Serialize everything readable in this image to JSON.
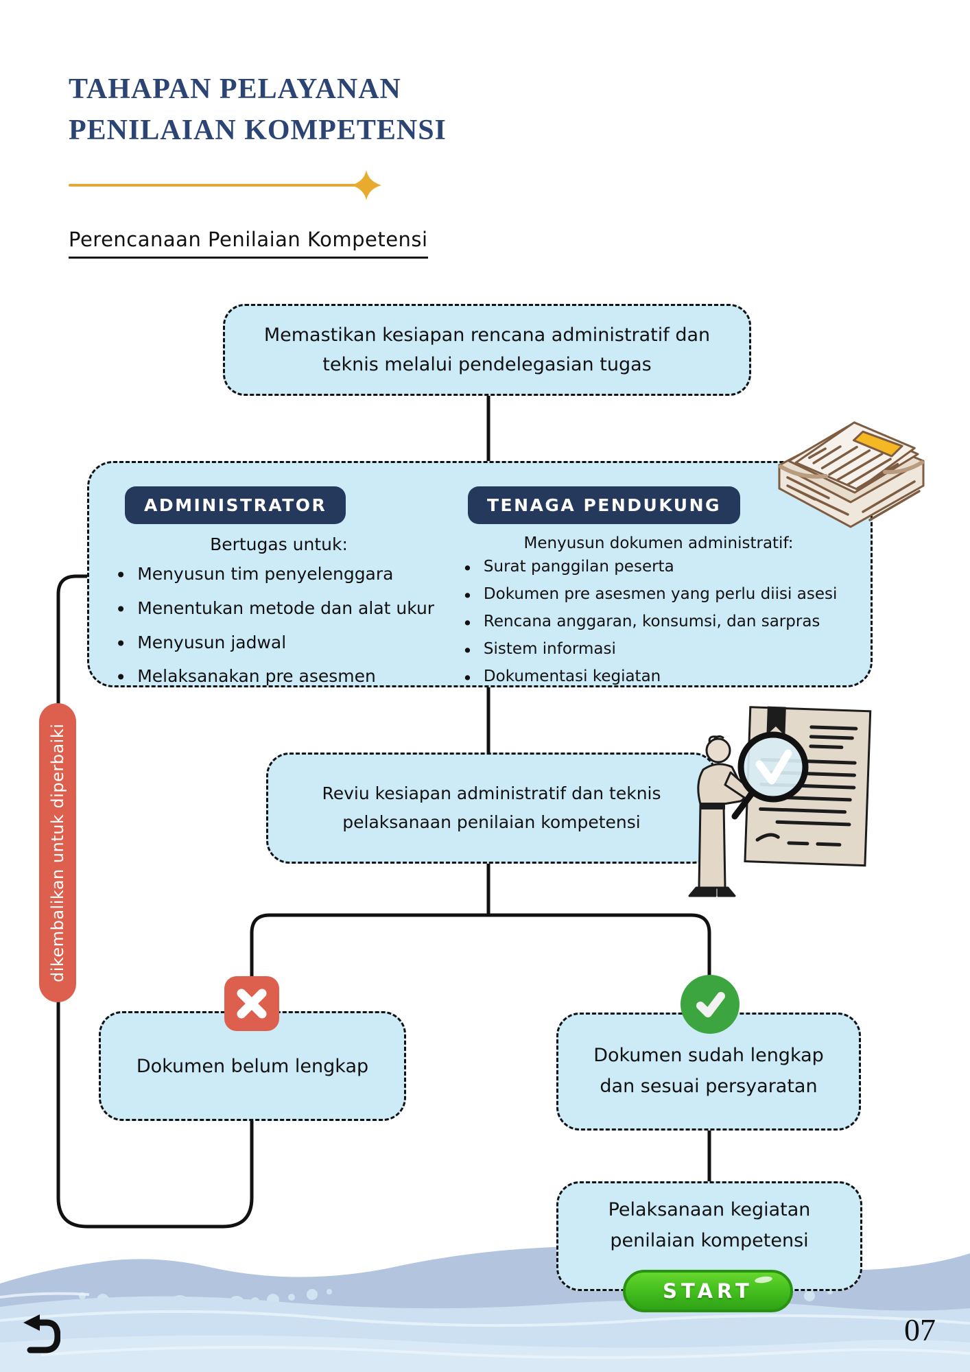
{
  "header": {
    "title_line1": "TAHAPAN PELAYANAN",
    "title_line2": "PENILAIAN KOMPETENSI",
    "subtitle": "Perencanaan Penilaian Kompetensi"
  },
  "flowchart": {
    "step_delegation": "Memastikan kesiapan rencana administratif dan teknis melalui pendelegasian tugas",
    "administrator": {
      "label": "ADMINISTRATOR",
      "intro": "Bertugas untuk:",
      "items": [
        "Menyusun tim penyelenggara",
        "Menentukan metode dan alat ukur",
        "Menyusun jadwal",
        "Melaksanakan pre asesmen"
      ]
    },
    "support_staff": {
      "label": "TENAGA PENDUKUNG",
      "intro": "Menyusun dokumen administratif:",
      "items": [
        "Surat panggilan peserta",
        "Dokumen pre asesmen yang perlu diisi asesi",
        "Rencana anggaran, konsumsi, dan sarpras",
        "Sistem informasi",
        "Dokumentasi kegiatan"
      ]
    },
    "step_review": "Reviu kesiapan administratif dan teknis pelaksanaan penilaian kompetensi",
    "return_label": "dikembalikan untuk diperbaiki",
    "result_incomplete": "Dokumen belum lengkap",
    "result_complete": "Dokumen sudah lengkap dan sesuai persyaratan",
    "step_execution": "Pelaksanaan kegiatan penilaian kompetensi",
    "start_button": "START"
  },
  "footer": {
    "page_number": "07"
  },
  "icons": {
    "reject": "x-icon",
    "approve": "check-icon",
    "back": "back-arrow-icon",
    "sparkle": "sparkle-icon",
    "papers": "paper-stack-illustration",
    "reviewer": "magnifier-person-illustration"
  },
  "colors": {
    "title_navy": "#2b4474",
    "badge_navy": "#24395c",
    "box_blue": "#cdeaf7",
    "alert_red": "#dd5f4e",
    "success_green": "#3da53f",
    "start_green": "#3db51e",
    "accent_gold": "#e2a838",
    "wave_blue": "#b3c4de"
  }
}
